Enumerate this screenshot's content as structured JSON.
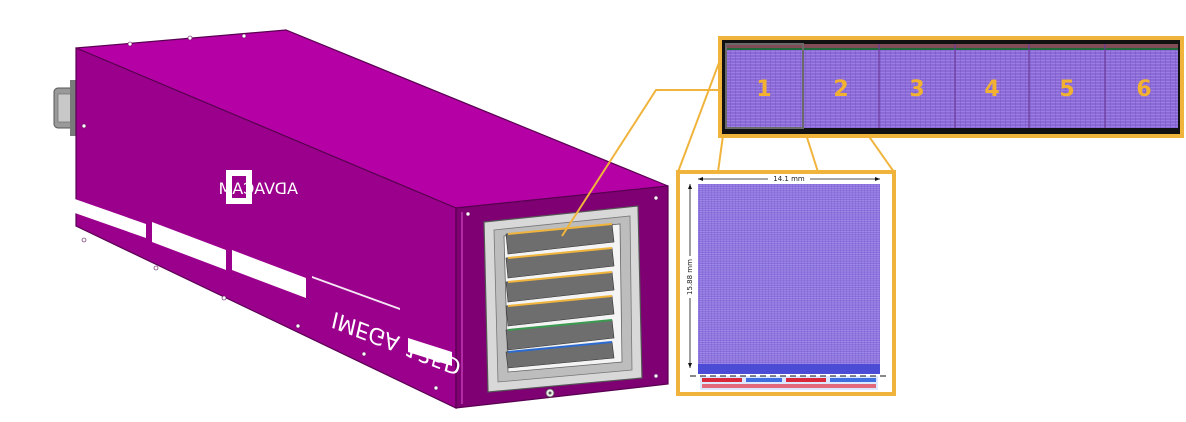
{
  "colors": {
    "housing_top": "#b500a5",
    "housing_side": "#9a008c",
    "housing_front": "#7e0072",
    "callout": "#f0b43c",
    "sensor": "#8c6ad6",
    "module_label": "#f2b230"
  },
  "device": {
    "model_text": "IMEGA 135D",
    "logo_text": "ADVACAM"
  },
  "strip": {
    "modules": [
      "1",
      "2",
      "3",
      "4",
      "5",
      "6"
    ]
  },
  "detail": {
    "width_label": "14.1 mm",
    "height_label": "15.88 mm"
  }
}
